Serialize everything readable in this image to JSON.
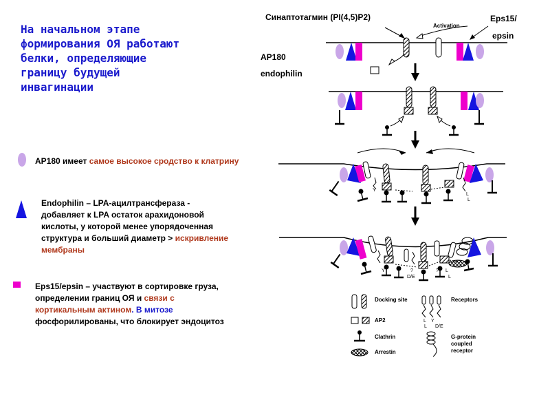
{
  "title": "На начальном этапе формирования ОЯ работают белки, определяющие границу будущей инвагинации",
  "labels": {
    "synaptotagmin": "Синаптотагмин (PI(4,5)P2)",
    "activation": "Activation",
    "eps15": "Eps15/",
    "epsin": "epsin",
    "ap180": "AP180",
    "endophilin": "endophilin"
  },
  "diagram_text": {
    "y": "Y",
    "l": "L",
    "q": "?",
    "de": "D/E"
  },
  "legend_items": {
    "ap180": {
      "prefix": "AP180 имеет ",
      "highlight": "самое высокое сродство к клатрину"
    },
    "endophilin": {
      "line1": "Endophilin – LPA-ацилтрансфераза -",
      "line2": "добавляет к LPA остаток арахидоновой",
      "line3": "кислоты,  у которой менее упорядоченная",
      "line4a": "структура и больший диаметр > ",
      "line4b": "искривление",
      "line5": "мембраны"
    },
    "eps15": {
      "line1": "Eps15/epsin  – участвуют в сортировке груза,",
      "line2a": "определении границ ОЯ и ",
      "line2b": "связи с",
      "line3a": "кортикальным актином",
      "line3b": ". В митозе",
      "line4": "фосфорилированы, что блокирует эндоцитоз"
    }
  },
  "key": {
    "docking_site": "Docking site",
    "ap2": "AP2",
    "clathrin": "Clathrin",
    "arrestin": "Arrestin",
    "receptors": "Receptors",
    "gpcr": "G-protein coupled receptor"
  },
  "colors": {
    "title_blue": "#1a1acc",
    "highlight": "#b03a1e",
    "ap180_oval": "#c9a6e8",
    "endophilin_triangle": "#1515e0",
    "eps15_magenta": "#ee00cc"
  }
}
